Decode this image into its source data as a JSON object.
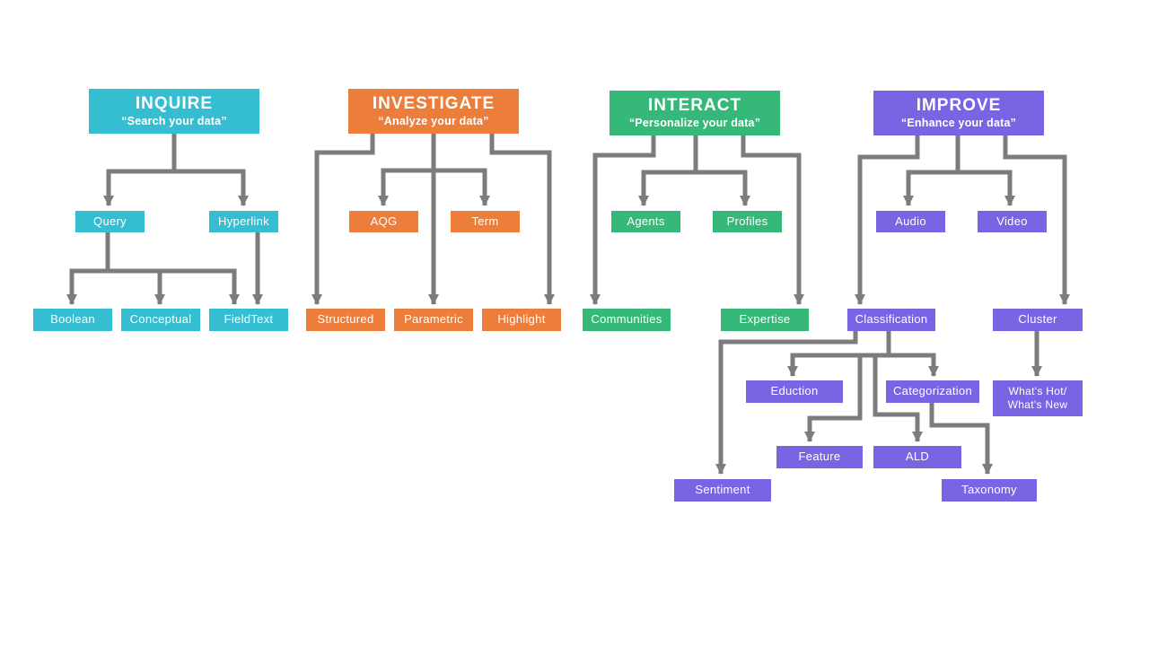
{
  "diagram": {
    "background": "#ffffff",
    "connector_color": "#7c7c7c",
    "text_color": "#ffffff"
  },
  "groups": [
    {
      "title": "INQUIRE",
      "subtitle": "“Search your data”",
      "color": "#35bdd1",
      "nodes": [
        {
          "label": "Query"
        },
        {
          "label": "Hyperlink"
        },
        {
          "label": "Boolean"
        },
        {
          "label": "Conceptual"
        },
        {
          "label": "FieldText"
        }
      ]
    },
    {
      "title": "INVESTIGATE",
      "subtitle": "“Analyze your data”",
      "color": "#ed7d3b",
      "nodes": [
        {
          "label": "AQG"
        },
        {
          "label": "Term"
        },
        {
          "label": "Structured"
        },
        {
          "label": "Parametric"
        },
        {
          "label": "Highlight"
        }
      ]
    },
    {
      "title": "INTERACT",
      "subtitle": "“Personalize your data”",
      "color": "#35b878",
      "nodes": [
        {
          "label": "Agents"
        },
        {
          "label": "Profiles"
        },
        {
          "label": "Communities"
        },
        {
          "label": "Expertise"
        }
      ]
    },
    {
      "title": "IMPROVE",
      "subtitle": "“Enhance your data”",
      "color": "#7765e3",
      "nodes": [
        {
          "label": "Audio"
        },
        {
          "label": "Video"
        },
        {
          "label": "Classification"
        },
        {
          "label": "Cluster"
        },
        {
          "label": "Eduction"
        },
        {
          "label": "Categorization"
        },
        {
          "label": "What's Hot/\nWhat's New"
        },
        {
          "label": "Feature"
        },
        {
          "label": "ALD"
        },
        {
          "label": "Sentiment"
        },
        {
          "label": "Taxonomy"
        }
      ]
    }
  ],
  "edges": [
    {
      "from": "INQUIRE",
      "to": "Query"
    },
    {
      "from": "INQUIRE",
      "to": "Hyperlink"
    },
    {
      "from": "Query",
      "to": "Boolean"
    },
    {
      "from": "Query",
      "to": "Conceptual"
    },
    {
      "from": "Query",
      "to": "FieldText"
    },
    {
      "from": "Hyperlink",
      "to": "FieldText"
    },
    {
      "from": "INVESTIGATE",
      "to": "Structured"
    },
    {
      "from": "INVESTIGATE",
      "to": "AQG"
    },
    {
      "from": "INVESTIGATE",
      "to": "Term"
    },
    {
      "from": "INVESTIGATE",
      "to": "Parametric"
    },
    {
      "from": "INVESTIGATE",
      "to": "Highlight"
    },
    {
      "from": "INTERACT",
      "to": "Communities"
    },
    {
      "from": "INTERACT",
      "to": "Agents"
    },
    {
      "from": "INTERACT",
      "to": "Profiles"
    },
    {
      "from": "INTERACT",
      "to": "Expertise"
    },
    {
      "from": "IMPROVE",
      "to": "Classification"
    },
    {
      "from": "IMPROVE",
      "to": "Audio"
    },
    {
      "from": "IMPROVE",
      "to": "Video"
    },
    {
      "from": "IMPROVE",
      "to": "Cluster"
    },
    {
      "from": "Classification",
      "to": "Sentiment"
    },
    {
      "from": "Classification",
      "to": "Eduction"
    },
    {
      "from": "Classification",
      "to": "Categorization"
    },
    {
      "from": "Classification",
      "to": "Feature"
    },
    {
      "from": "Classification",
      "to": "ALD"
    },
    {
      "from": "Categorization",
      "to": "Taxonomy"
    },
    {
      "from": "Cluster",
      "to": "What's Hot/\nWhat's New"
    }
  ]
}
